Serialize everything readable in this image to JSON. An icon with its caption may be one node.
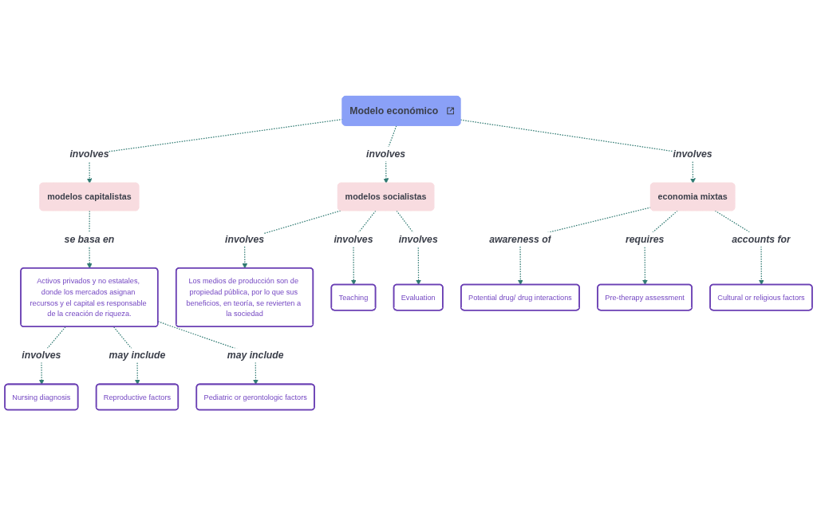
{
  "diagram": {
    "nodes": [
      {
        "text": [
          "Modelo económico"
        ]
      },
      {
        "text": [
          "modelos capitalistas"
        ]
      },
      {
        "text": [
          "Activos privados y no estatales, donde los mercados asignan recursos y el capital es responsable de la creación de riqueza."
        ]
      },
      {
        "text": [
          "Nursing diagnosis"
        ]
      },
      {
        "text": [
          "Reproductive factors"
        ]
      },
      {
        "text": [
          "Pediatric or gerontologic factors"
        ]
      },
      {
        "text": [
          "modelos socialistas"
        ]
      },
      {
        "text": [
          "Los medios de producción son de propiedad pública, por lo que sus beneficios, en teoría, se revierten a la sociedad"
        ]
      },
      {
        "text": [
          "Teaching"
        ]
      },
      {
        "text": [
          "Evaluation"
        ]
      },
      {
        "text": [
          "economia mixtas"
        ]
      },
      {
        "text": [
          "Potential drug/ drug interactions"
        ]
      },
      {
        "text": [
          "Pre-therapy assessment"
        ]
      },
      {
        "text": [
          "Cultural or religious factors"
        ]
      }
    ],
    "edges": [
      {
        "from": 0,
        "to": 1,
        "arrow": "to",
        "label": "involves",
        "style": "dashed"
      },
      {
        "from": 0,
        "to": 6,
        "arrow": "to",
        "label": "involves",
        "style": "dashed"
      },
      {
        "from": 0,
        "to": 10,
        "arrow": "to",
        "label": "involves",
        "style": "dashed"
      },
      {
        "from": 1,
        "to": 2,
        "arrow": "to",
        "label": "se basa en",
        "style": "dashed"
      },
      {
        "from": 2,
        "to": 3,
        "arrow": "to",
        "label": "involves",
        "style": "dashed"
      },
      {
        "from": 2,
        "to": 4,
        "arrow": "to",
        "label": "may include",
        "style": "dashed"
      },
      {
        "from": 2,
        "to": 5,
        "arrow": "to",
        "label": "may include",
        "style": "dashed"
      },
      {
        "from": 6,
        "to": 7,
        "arrow": "to",
        "label": "involves",
        "style": "dashed"
      },
      {
        "from": 6,
        "to": 8,
        "arrow": "to",
        "label": "involves",
        "style": "dashed"
      },
      {
        "from": 6,
        "to": 9,
        "arrow": "to",
        "label": "involves",
        "style": "dashed"
      },
      {
        "from": 10,
        "to": 11,
        "arrow": "to",
        "label": "awareness of",
        "style": "dashed"
      },
      {
        "from": 10,
        "to": 12,
        "arrow": "to",
        "label": "requires",
        "style": "dashed"
      },
      {
        "from": 10,
        "to": 13,
        "arrow": "to",
        "label": "accounts for",
        "style": "dashed"
      }
    ]
  }
}
